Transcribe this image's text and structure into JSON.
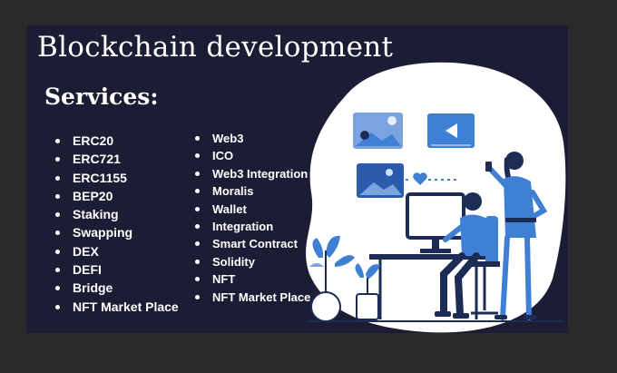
{
  "page": {
    "title": "Blockchain development",
    "subtitle": "Services:"
  },
  "services_col1": [
    "ERC20",
    "ERC721",
    "ERC1155",
    "BEP20",
    "Staking",
    "Swapping",
    "DEX",
    "DEFI",
    "Bridge",
    "NFT Market Place"
  ],
  "services_col2": [
    "Web3",
    "ICO",
    "Web3  Integration",
    "Moralis",
    "Wallet",
    "Integration",
    "Smart Contract",
    "Solidity",
    "NFT",
    "NFT Market Place"
  ],
  "colors": {
    "page_bg": "#2a2a2c",
    "card_bg": "#1c1c34",
    "accent": "#3f7fd4",
    "text": "#ffffff"
  },
  "illustration": {
    "icons": [
      "image-card-icon",
      "video-play-icon",
      "night-landscape-icon",
      "heart-icon",
      "plant-icon"
    ]
  }
}
